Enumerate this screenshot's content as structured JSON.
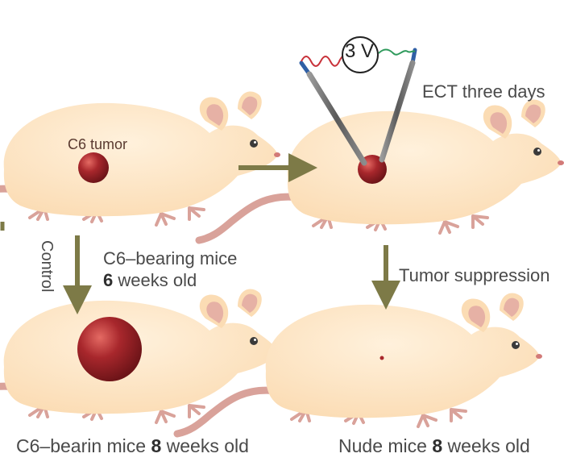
{
  "labels": {
    "tumor": "C6 tumor",
    "ect": "ECT three days",
    "bearing_line1": "C6–bearing mice",
    "bearing_number": "6",
    "bearing_line2_rest": " weeks old",
    "control": "Control",
    "suppression": "Tumor suppression",
    "voltage": "3 V",
    "caption_left_pre": "C6–bearin mice ",
    "caption_left_number": "8",
    "caption_left_post": " weeks old",
    "caption_right_pre": "Nude mice ",
    "caption_right_number": "8",
    "caption_right_post": " weeks old"
  },
  "colors": {
    "mouse_body": "#fde7c8",
    "mouse_ear": "#e6b1a5",
    "mouse_tail": "#d9a29a",
    "tumor": "#8e1f24",
    "arrow": "#7d7a47",
    "electrode": "#6b6b6b",
    "wire_red": "#c8323a",
    "wire_green": "#2f9a5c"
  }
}
